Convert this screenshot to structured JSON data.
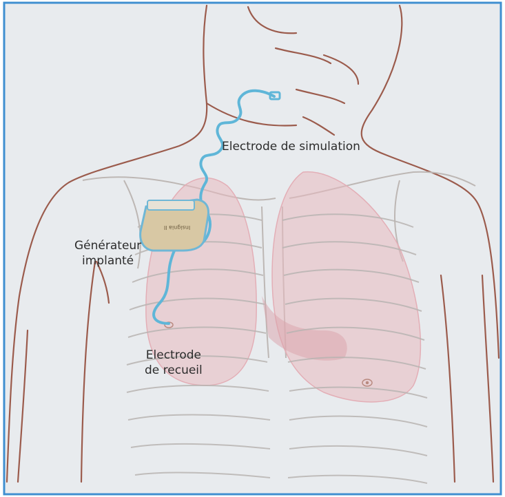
{
  "labels": {
    "stimulation_electrode": "Electrode de simulation",
    "generator_line1": "Générateur",
    "generator_line2": "implanté",
    "sensing_electrode_line1": "Electrode",
    "sensing_electrode_line2": "de recueil",
    "device_imprint": "Insignia II"
  },
  "colors": {
    "background": "#e8ebee",
    "border": "#3f8fd0",
    "skin_outline": "#9b5b4c",
    "ribs": "#b9b4b2",
    "lungs": "#e8b9c0",
    "lead": "#5fb6d8",
    "generator_case": "#d8c8a4"
  }
}
